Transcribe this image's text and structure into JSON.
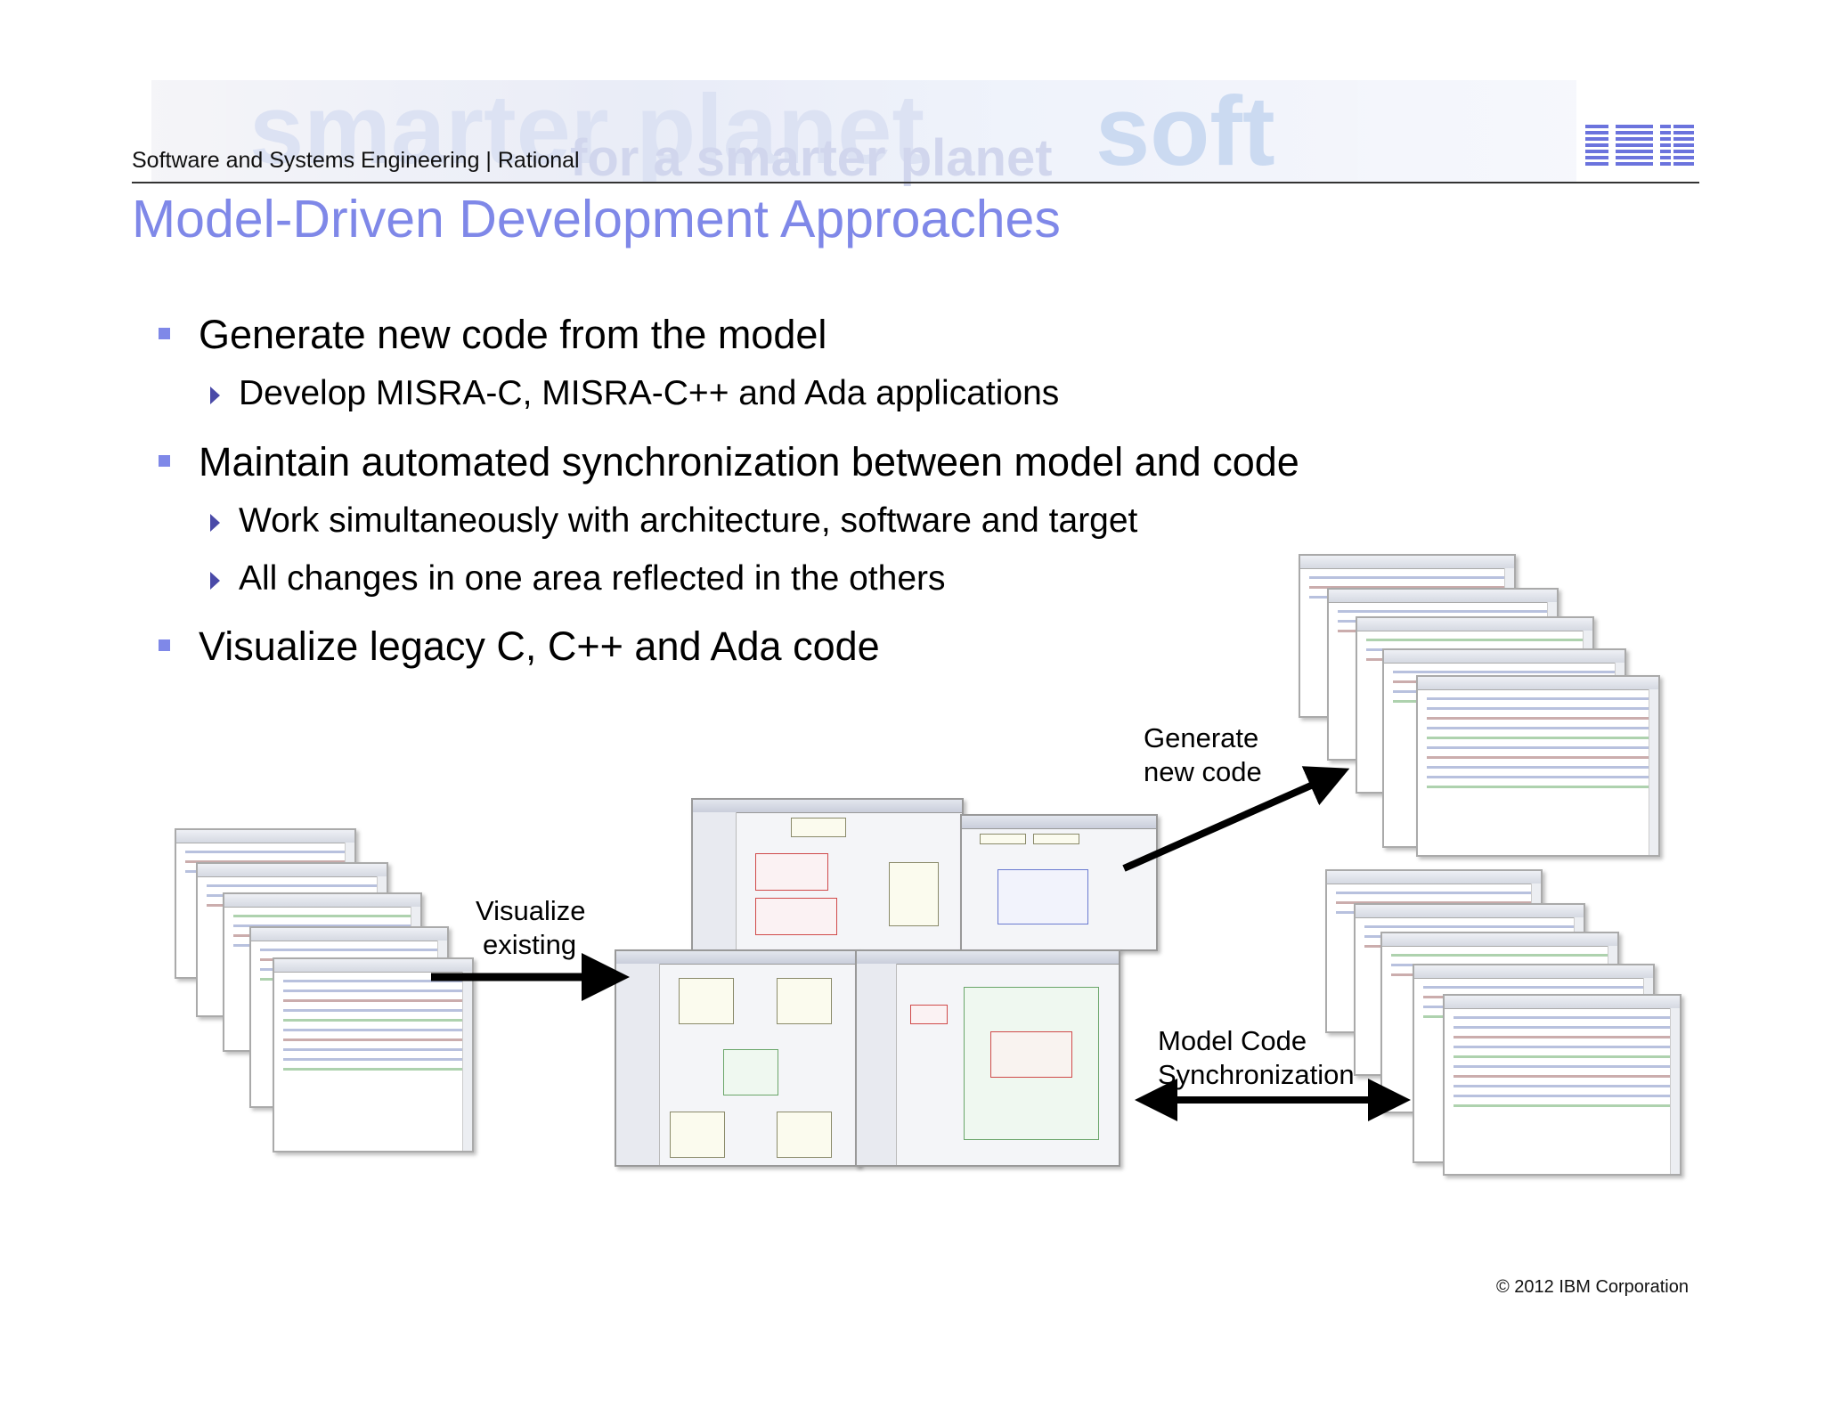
{
  "header": {
    "banner_texts": [
      "smarter planet",
      "for a smarter planet",
      "soft"
    ],
    "left_text": "Software and Systems Engineering | Rational",
    "logo_text": "IBM"
  },
  "slide": {
    "title": "Model-Driven Development Approaches",
    "bullets": [
      {
        "text": "Generate new code from the model",
        "sub": [
          "Develop MISRA-C, MISRA-C++ and Ada applications"
        ]
      },
      {
        "text": "Maintain automated synchronization between model and code",
        "sub": [
          "Work simultaneously with architecture, software and target",
          "All changes in one area reflected in the others"
        ]
      },
      {
        "text": "Visualize legacy C, C++ and Ada code",
        "sub": []
      }
    ]
  },
  "diagram": {
    "visualize_label_1": "Visualize",
    "visualize_label_2": "existing",
    "generate_label_1": "Generate",
    "generate_label_2": "new code",
    "sync_label_1": "Model Code",
    "sync_label_2": "Synchronization"
  },
  "footer": {
    "copyright": "© 2012 IBM Corporation"
  },
  "colors": {
    "title": "#7f88e8",
    "bullet": "#7f88e8",
    "sub_bullet": "#4a4aa8"
  }
}
